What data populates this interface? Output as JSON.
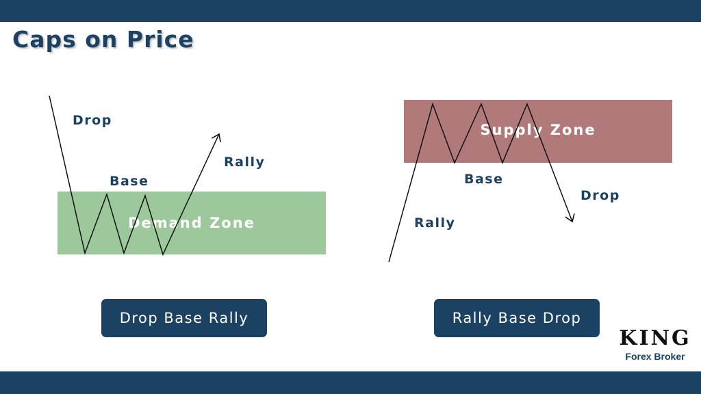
{
  "title": "Caps on Price",
  "colors": {
    "bar": "#1b4262",
    "demand_zone": "#9cc89c",
    "supply_zone": "#b07a7a",
    "text": "#1b4262"
  },
  "left_diagram": {
    "labels": {
      "drop": "Drop",
      "base": "Base",
      "rally": "Rally"
    },
    "zone_label": "Demand Zone",
    "button": "Drop Base Rally"
  },
  "right_diagram": {
    "labels": {
      "rally": "Rally",
      "base": "Base",
      "drop": "Drop"
    },
    "zone_label": "Supply Zone",
    "button": "Rally Base Drop"
  },
  "logo": {
    "name": "KING",
    "subtitle": "Forex Broker"
  }
}
